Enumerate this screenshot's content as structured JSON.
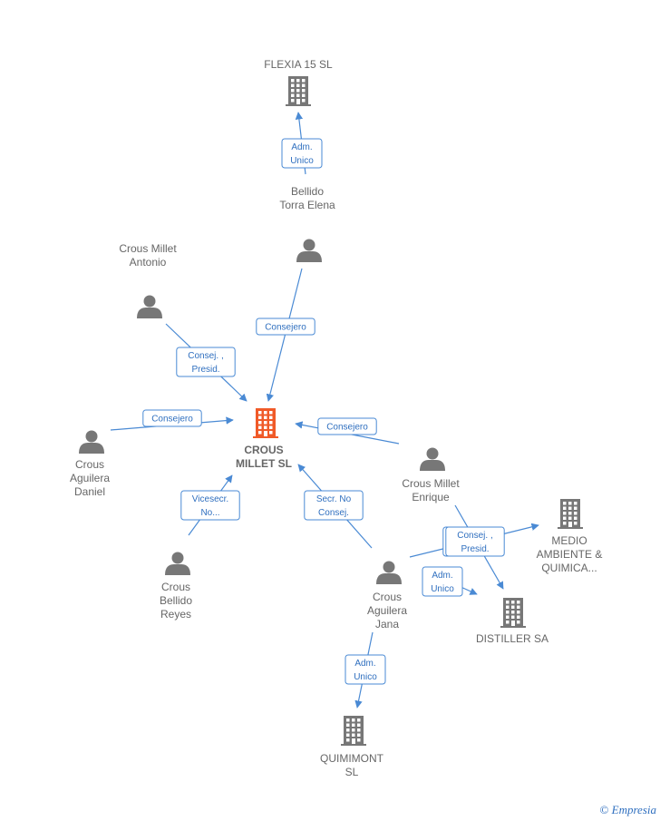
{
  "nodes": [
    {
      "id": "flexia",
      "type": "company",
      "label": [
        "FLEXIA 15  SL"
      ]
    },
    {
      "id": "bellido_torra",
      "type": "person",
      "label": [
        "Bellido",
        "Torra Elena"
      ]
    },
    {
      "id": "crous_antonio",
      "type": "person",
      "label": [
        "Crous Millet",
        "Antonio"
      ]
    },
    {
      "id": "crous_millet_sl",
      "type": "company",
      "main": true,
      "label": [
        "CROUS",
        "MILLET  SL"
      ]
    },
    {
      "id": "crous_daniel",
      "type": "person",
      "label": [
        "Crous",
        "Aguilera",
        "Daniel"
      ]
    },
    {
      "id": "crous_enrique",
      "type": "person",
      "label": [
        "Crous Millet",
        "Enrique"
      ]
    },
    {
      "id": "crous_reyes",
      "type": "person",
      "label": [
        "Crous",
        "Bellido",
        "Reyes"
      ]
    },
    {
      "id": "crous_jana",
      "type": "person",
      "label": [
        "Crous",
        "Aguilera",
        "Jana"
      ]
    },
    {
      "id": "medio_ambiente",
      "type": "company",
      "label": [
        "MEDIO",
        "AMBIENTE &",
        "QUIMICA..."
      ]
    },
    {
      "id": "distiller",
      "type": "company",
      "label": [
        "DISTILLER SA"
      ]
    },
    {
      "id": "quimimont",
      "type": "company",
      "label": [
        "QUIMIMONT",
        "SL"
      ]
    }
  ],
  "edges": [
    {
      "from": "bellido_torra",
      "to": "flexia",
      "label": [
        "Adm.",
        "Unico"
      ]
    },
    {
      "from": "bellido_torra",
      "to": "crous_millet_sl",
      "label": [
        "Consejero"
      ]
    },
    {
      "from": "crous_antonio",
      "to": "crous_millet_sl",
      "label": [
        "Consej. ,",
        "Presid."
      ]
    },
    {
      "from": "crous_daniel",
      "to": "crous_millet_sl",
      "label": [
        "Consejero"
      ]
    },
    {
      "from": "crous_enrique",
      "to": "crous_millet_sl",
      "label": [
        "Consejero"
      ]
    },
    {
      "from": "crous_reyes",
      "to": "crous_millet_sl",
      "label": [
        "Vicesecr.",
        "No..."
      ]
    },
    {
      "from": "crous_jana",
      "to": "crous_millet_sl",
      "label": [
        "Secr.  No",
        "Consej."
      ]
    },
    {
      "from": "crous_enrique",
      "to": "distiller",
      "label": [
        "Consej. ,",
        "Presid."
      ]
    },
    {
      "from": "crous_jana",
      "to": "medio_ambiente",
      "label": [
        "Consej. ,",
        "Presid."
      ]
    },
    {
      "from": "crous_jana",
      "to": "distiller",
      "label": [
        "Adm.",
        "Unico"
      ]
    },
    {
      "from": "crous_jana",
      "to": "quimimont",
      "label": [
        "Adm.",
        "Unico"
      ]
    }
  ],
  "colors": {
    "main_company": "#f05a28",
    "company": "#777777",
    "person": "#777777",
    "edge": "#4a8ad4"
  },
  "footer": {
    "copyright": "©",
    "brand": "Empresia"
  }
}
